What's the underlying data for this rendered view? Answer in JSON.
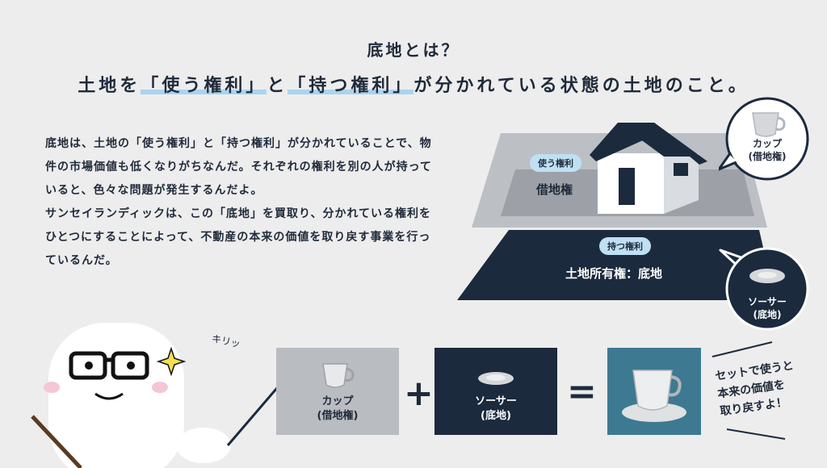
{
  "header": {
    "question": "底地とは？",
    "line_prefix": "土地を",
    "right_use": "「使う権利」",
    "line_and": "と",
    "right_own": "「持つ権利」",
    "line_suffix": "が分かれている状態の土地のこと。"
  },
  "body": {
    "paragraph1": "底地は、土地の「使う権利」と「持つ権利」が分かれていることで、物件の市場価値も低くなりがちなんだ。それぞれの権利を別の人が持っていると、色々な問題が発生するんだよ。",
    "paragraph2": "サンセイランディックは、この「底地」を買取り、分かれている権利をひとつにすることによって、不動産の本来の価値を取り戻す事業を行っているんだ。"
  },
  "diagram": {
    "use_pill": "使う権利",
    "use_label": "借地権",
    "own_pill": "持つ権利",
    "own_label": "土地所有権：底地",
    "cup_bubble_line1": "カップ",
    "cup_bubble_line2": "(借地権)",
    "saucer_bubble_line1": "ソーサー",
    "saucer_bubble_line2": "(底地)"
  },
  "equation": {
    "cup_line1": "カップ",
    "cup_line2": "(借地権)",
    "plus": "+",
    "saucer_line1": "ソーサー",
    "saucer_line2": "(底地)",
    "equals": "=",
    "note_line1": "セットで使うと",
    "note_line2": "本来の価値を",
    "note_line3": "取り戻すよ！"
  },
  "mascot": {
    "sfx": "キリッ"
  },
  "colors": {
    "navy": "#1b2a3d",
    "gray_box": "#b9bcc0",
    "teal_box": "#3d7a92",
    "highlight": "#a9d4ef",
    "pill": "#bfe0f3",
    "background": "#ededed"
  }
}
